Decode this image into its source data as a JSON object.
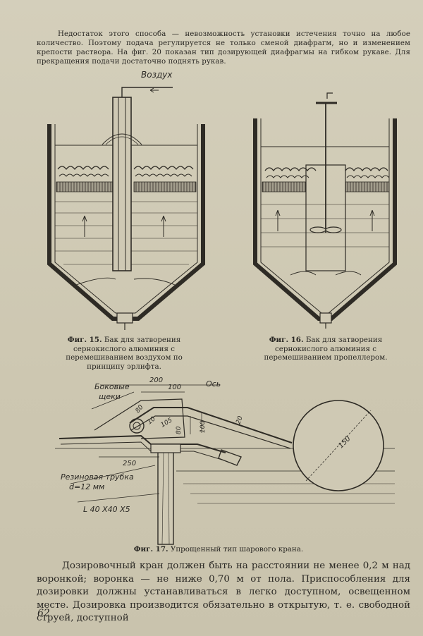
{
  "top_paragraph": "Недостаток этого способа — невозможность установки истечения точно на любое количество. Поэтому подача регулируется не только сменой диафрагм, но и изменением крепости раствора. На фиг. 20 показан тип дозирующей диафрагмы на гибком рукаве. Для прекращения подачи достаточно поднять рукав.",
  "fig15": {
    "label_air": "Воздух",
    "caption_num": "Фиг. 15.",
    "caption_text": "Бак для затворения сернокислого алюминия с перемешиванием воздухом по принципу эрлифта."
  },
  "fig16": {
    "caption_num": "Фиг. 16.",
    "caption_text": "Бак для затворения сернокислого алюминия с перемешиванием пропеллером."
  },
  "fig17": {
    "caption_num": "Фиг. 17.",
    "caption_text": "Упрощенный тип шарового крана.",
    "labels": {
      "cheeks_1": "Боковые",
      "cheeks_2": "щеки",
      "axis": "Ось",
      "tube_1": "Резиновая трубка",
      "tube_2": "d=12 мм",
      "angle": "L 40 X40 X5"
    },
    "dims": {
      "d200": "200",
      "d100a": "100",
      "d80a": "80",
      "d10": "10",
      "d105": "105",
      "d80b": "80",
      "d100b": "100",
      "d20": "20",
      "d250": "250",
      "d150": "150"
    }
  },
  "bottom_paragraph": "Дозировочный кран должен быть на расстоянии не менее 0,2 м над воронкой; воронка — не ниже 0,70 м от пола. Приспособления для дозировки должны устанавливаться в легко доступном, освещенном месте. Дозировка производится обязательно в открытую, т. е. свободной струей, доступной",
  "page_number": "62"
}
